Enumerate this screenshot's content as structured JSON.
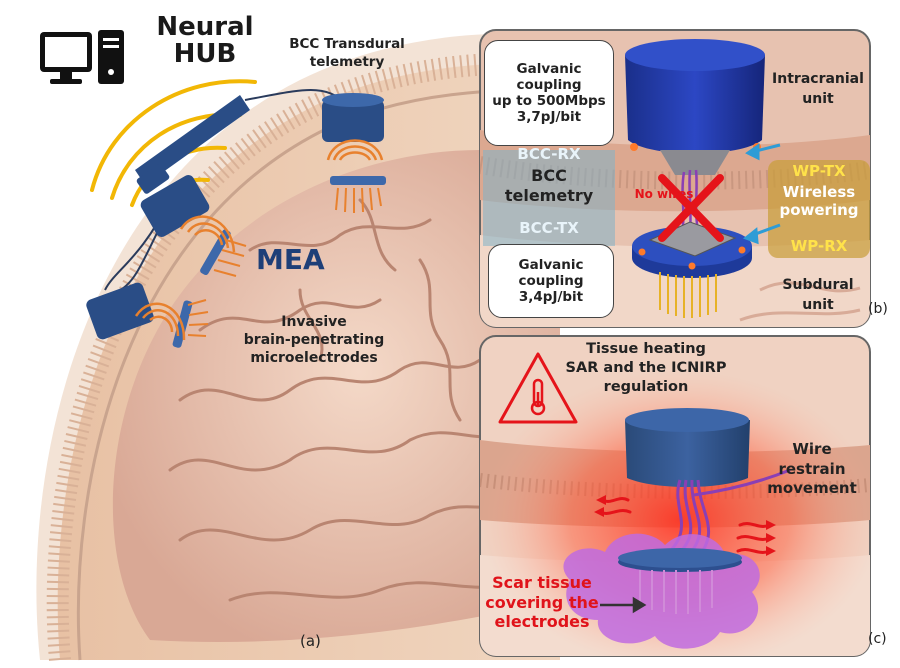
{
  "panel_a": {
    "hub_title_line1": "Neural",
    "hub_title_line2": "HUB",
    "bcc_transdural_line1": "BCC Transdural",
    "bcc_transdural_line2": "telemetry",
    "mea_label": "MEA",
    "electrodes_line1": "Invasive",
    "electrodes_line2": "brain-penetrating",
    "electrodes_line3": "microelectrodes",
    "caption": "(a)"
  },
  "panel_b": {
    "galvanic_top": [
      "Galvanic",
      "coupling",
      "up to 500Mbps",
      "3,7pJ/bit"
    ],
    "bcc_rx": "BCC-RX",
    "bcc_telemetry": [
      "BCC",
      "telemetry"
    ],
    "bcc_tx": "BCC-TX",
    "galvanic_bottom": [
      "Galvanic",
      "coupling",
      "3,4pJ/bit"
    ],
    "intracranial": [
      "Intracranial",
      "unit"
    ],
    "no_wires": "No wires",
    "wp_tx": "WP-TX",
    "wireless_powering": [
      "Wireless",
      "powering"
    ],
    "wp_rx": "WP-RX",
    "subdural": [
      "Subdural",
      "unit"
    ],
    "caption": "(b)"
  },
  "panel_c": {
    "tissue_heating": [
      "Tissue heating",
      "SAR and the ICNIRP",
      "regulation"
    ],
    "wire_restrain": [
      "Wire",
      "restrain",
      "movement"
    ],
    "scar_tissue": [
      "Scar tissue",
      "covering the",
      "electrodes"
    ],
    "caption": "(c)"
  },
  "colors": {
    "device_blue": "#2a4d86",
    "unit_blue": "#1e3a9a",
    "mea_blue": "#1e3f78",
    "wire_yellow": "#f2b705",
    "scar_red": "#e0131a",
    "wp_gold": "#ffe24a",
    "signal_orange": "#e8812e"
  },
  "icons": [
    "computer-icon",
    "warning-thermometer-icon",
    "red-x-icon"
  ]
}
